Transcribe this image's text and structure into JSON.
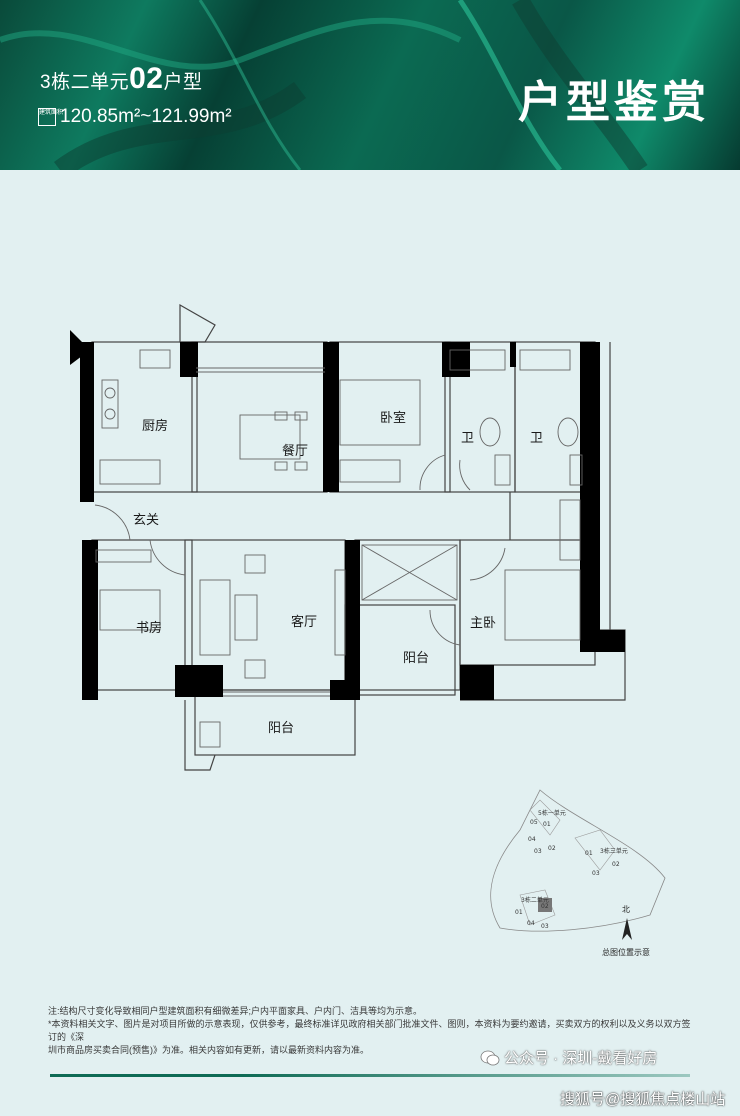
{
  "header": {
    "unit_prefix": "3栋二单元",
    "unit_number": "02",
    "unit_suffix": "户型",
    "area_icon_text": "建筑面积",
    "area": "120.85m²~121.99m²",
    "page_title": "户型鉴赏"
  },
  "rooms": {
    "kitchen": "厨房",
    "dining": "餐厅",
    "bedroom": "卧室",
    "bath1": "卫",
    "bath2": "卫",
    "foyer": "玄关",
    "study": "书房",
    "living": "客厅",
    "master": "主卧",
    "balcony_mid": "阳台",
    "balcony_bottom": "阳台"
  },
  "site_map": {
    "caption": "总图位置示意",
    "north": "北",
    "building1": "5栋一单元",
    "building2": "3栋三单元",
    "building3": "3栋二单元",
    "b1_units": [
      "05",
      "01",
      "04",
      "03",
      "02"
    ],
    "b2_units": [
      "01",
      "02",
      "03"
    ],
    "b3_units": [
      "01",
      "02",
      "04",
      "03"
    ]
  },
  "notes": {
    "line1": "注:结构尺寸变化导致相同户型建筑面积有细微差异;户内平面家具、户内门、洁具等均为示意。",
    "line2": "*本资料相关文字、图片是对项目所做的示意表现，仅供参考，最终标准详见政府相关部门批准文件、图则，本资料为要约邀请，买卖双方的权利以及义务以双方签订的《深",
    "line3": "圳市商品房买卖合同(预售)》为准。相关内容如有更新，请以最新资料内容为准。"
  },
  "watermark": {
    "line1": "公众号 · 深圳-戴看好房",
    "line2": "搜狐号@搜狐焦点楼山站"
  },
  "colors": {
    "header_green": "#0a5747",
    "background": "#e2f0f1",
    "wall": "#000000"
  }
}
